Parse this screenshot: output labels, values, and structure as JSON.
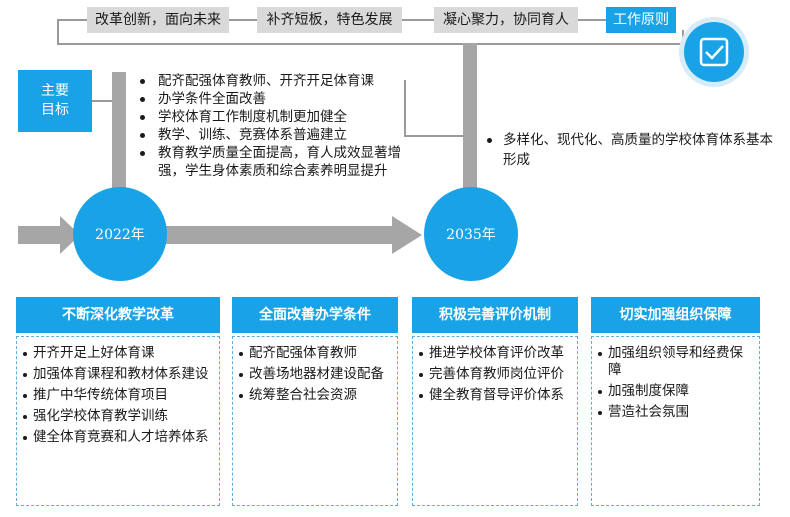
{
  "principles": {
    "items": [
      "改革创新，面向未来",
      "补齐短板，特色发展",
      "凝心聚力，协同育人"
    ],
    "title": "工作原则"
  },
  "check_icon": "check-square-icon",
  "goals": {
    "label": "主要\n目标",
    "items_2022": [
      "配齐配强体育教师、开齐开足体育课",
      "办学条件全面改善",
      "学校体育工作制度机制更加健全",
      "教学、训练、竞赛体系普遍建立",
      "教育教学质量全面提高，育人成效显著增强，学生身体素质和综合素养明显提升"
    ],
    "items_2035": [
      "多样化、现代化、高质量的学校体育体系基本形成"
    ]
  },
  "timeline": {
    "year1": "2022年",
    "year2": "2035年"
  },
  "columns": [
    {
      "title": "不断深化教学改革",
      "items": [
        "开齐开足上好体育课",
        "加强体育课程和教材体系建设",
        "推广中华传统体育项目",
        "强化学校体育教学训练",
        "健全体育竞赛和人才培养体系"
      ]
    },
    {
      "title": "全面改善办学条件",
      "items": [
        "配齐配强体育教师",
        "改善场地器材建设配备",
        "统筹整合社会资源"
      ]
    },
    {
      "title": "积极完善评价机制",
      "items": [
        "推进学校体育评价改革",
        "完善体育教师岗位评价",
        "健全教育督导评价体系"
      ]
    },
    {
      "title": "切实加强组织保障",
      "items": [
        "加强组织领导和经费保障",
        "加强制度保障",
        "营造社会氛围"
      ]
    }
  ],
  "colors": {
    "accent": "#19a3e6",
    "gray": "#a6a6a6",
    "label_bg": "#d9d9d9"
  }
}
